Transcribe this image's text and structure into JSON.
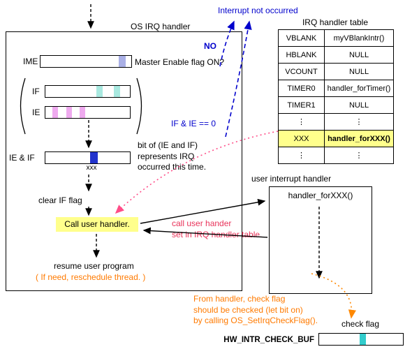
{
  "colors": {
    "blue": "#0000cc",
    "orange": "#ff7a00",
    "red_note": "#e8335a",
    "pink_arrow": "#ff4d88",
    "orange_arrow": "#ff8800",
    "highlight_yellow": "#ffff8c",
    "ime_segment": "#aab0e6",
    "if_segment": "#a9e9e0",
    "ie_segment": "#efaaef",
    "ieif_segment": "#2233cc",
    "check_segment": "#33cccc"
  },
  "top_note": "Interrupt not occurred",
  "os_box": {
    "title": "OS IRQ handler",
    "ime_label": "IME",
    "master_enable_question": "Master Enable flag ON?",
    "no_label": "NO",
    "if_label": "IF",
    "ie_label": "IE",
    "if_ie_zero_label": "IF & IE == 0",
    "ie_if_label": "IE & IF",
    "xxx_label": "xxx",
    "bit_note": "bit of (IE and IF)\nrepresents IRQ\noccurred this time.",
    "clear_if_label": "clear IF flag",
    "call_user_handler_label": "Call user handler.",
    "resume_label": "resume user program",
    "reschedule_label": "( If need, reschedule thread. )"
  },
  "irq_table": {
    "title": "IRQ handler table",
    "rows": [
      {
        "name": "VBLANK",
        "handler": "myVBlankIntr()"
      },
      {
        "name": "HBLANK",
        "handler": "NULL"
      },
      {
        "name": "VCOUNT",
        "handler": "NULL"
      },
      {
        "name": "TIMER0",
        "handler": "handler_forTimer()"
      },
      {
        "name": "TIMER1",
        "handler": "NULL"
      },
      {
        "name": "⋮",
        "handler": "⋮"
      },
      {
        "name": "XXX",
        "handler": "handler_forXXX()"
      },
      {
        "name": "⋮",
        "handler": "⋮"
      }
    ]
  },
  "user_handler": {
    "label": "user interrupt handler",
    "title": "handler_forXXX()"
  },
  "annotations": {
    "call_note": "call user hander\nset in IRQ handler table.",
    "check_note": "From handler, check flag\nshould be checked (let bit on)\nby calling OS_SetIrqCheckFlag()."
  },
  "check_flag": {
    "label": "check flag",
    "buffer_label": "HW_INTR_CHECK_BUF"
  }
}
